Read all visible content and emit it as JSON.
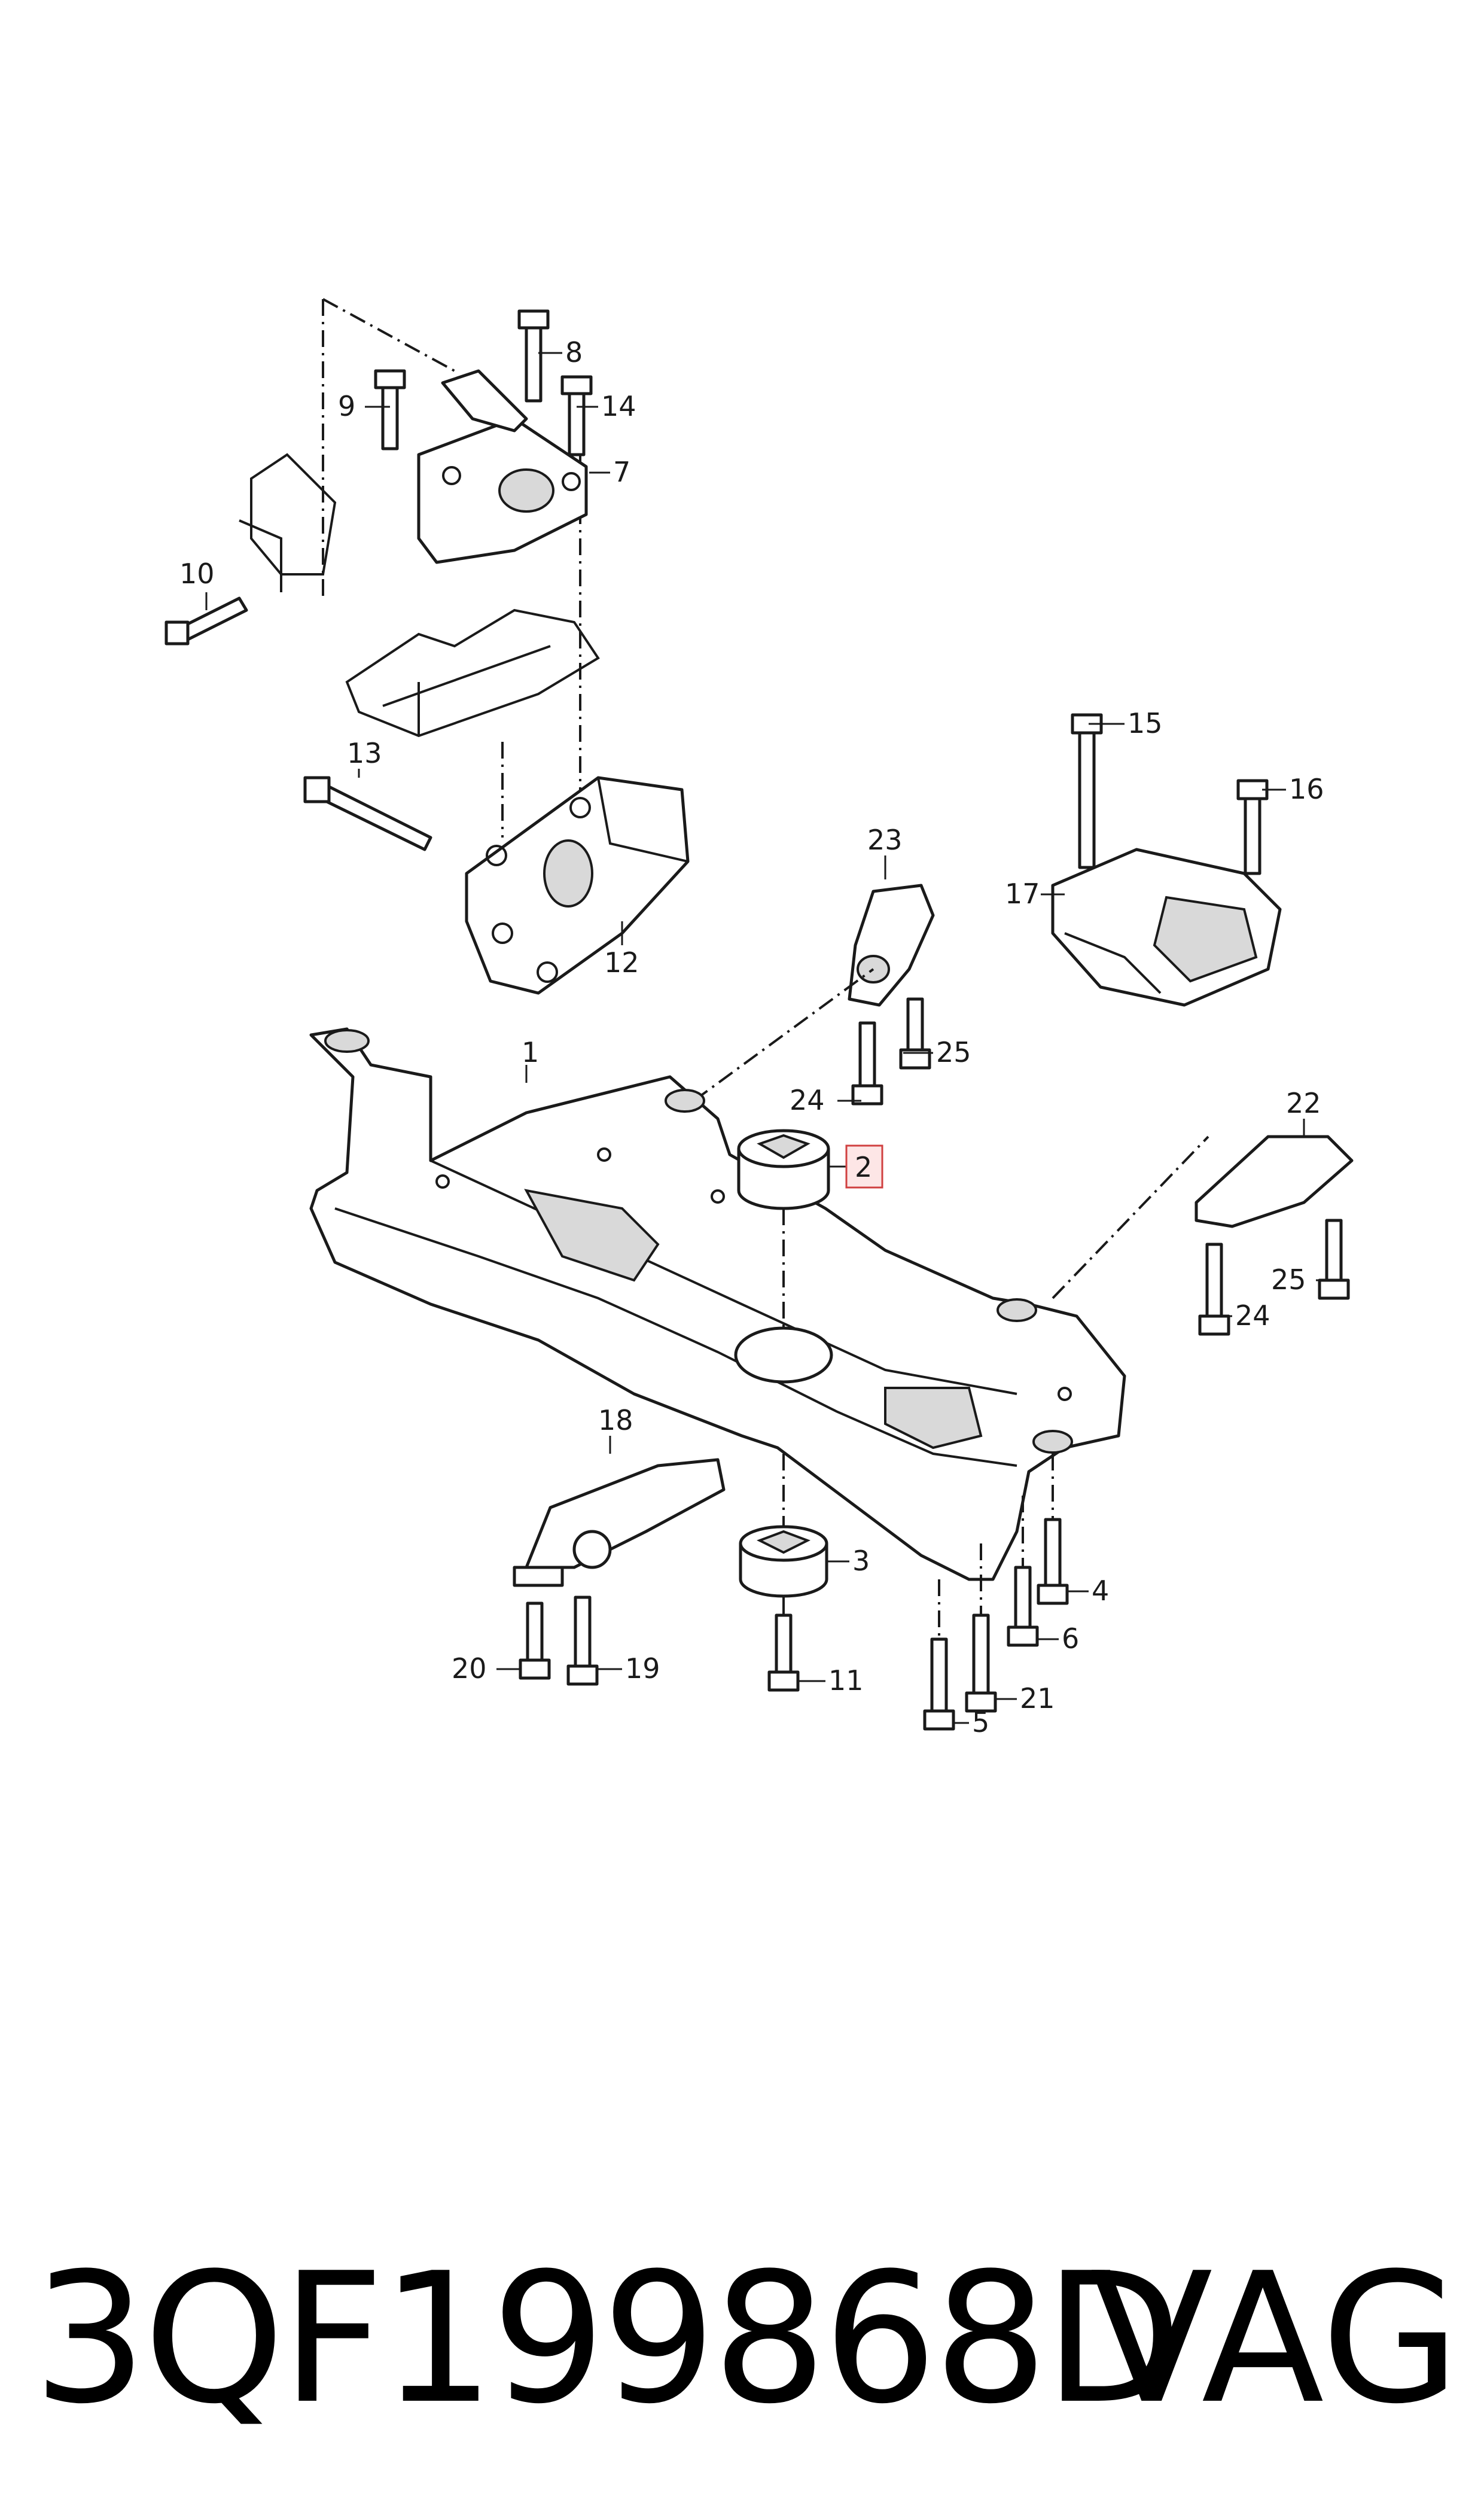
{
  "labels": {
    "l1": "1",
    "l2": "2",
    "l3": "3",
    "l4": "4",
    "l5": "5",
    "l6": "6",
    "l7": "7",
    "l8": "8",
    "l9": "9",
    "l10": "10",
    "l11": "11",
    "l12": "12",
    "l13": "13",
    "l14": "14",
    "l15": "15",
    "l16": "16",
    "l17": "17",
    "l18": "18",
    "l19": "19",
    "l20": "20",
    "l21": "21",
    "l22": "22",
    "l23": "23",
    "l24a": "24",
    "l24b": "24",
    "l25a": "25",
    "l25b": "25"
  },
  "highlight": {
    "part": "2",
    "color": "#d04040"
  },
  "footer": {
    "part_number": "3QF199868D",
    "brand": "VAG"
  }
}
